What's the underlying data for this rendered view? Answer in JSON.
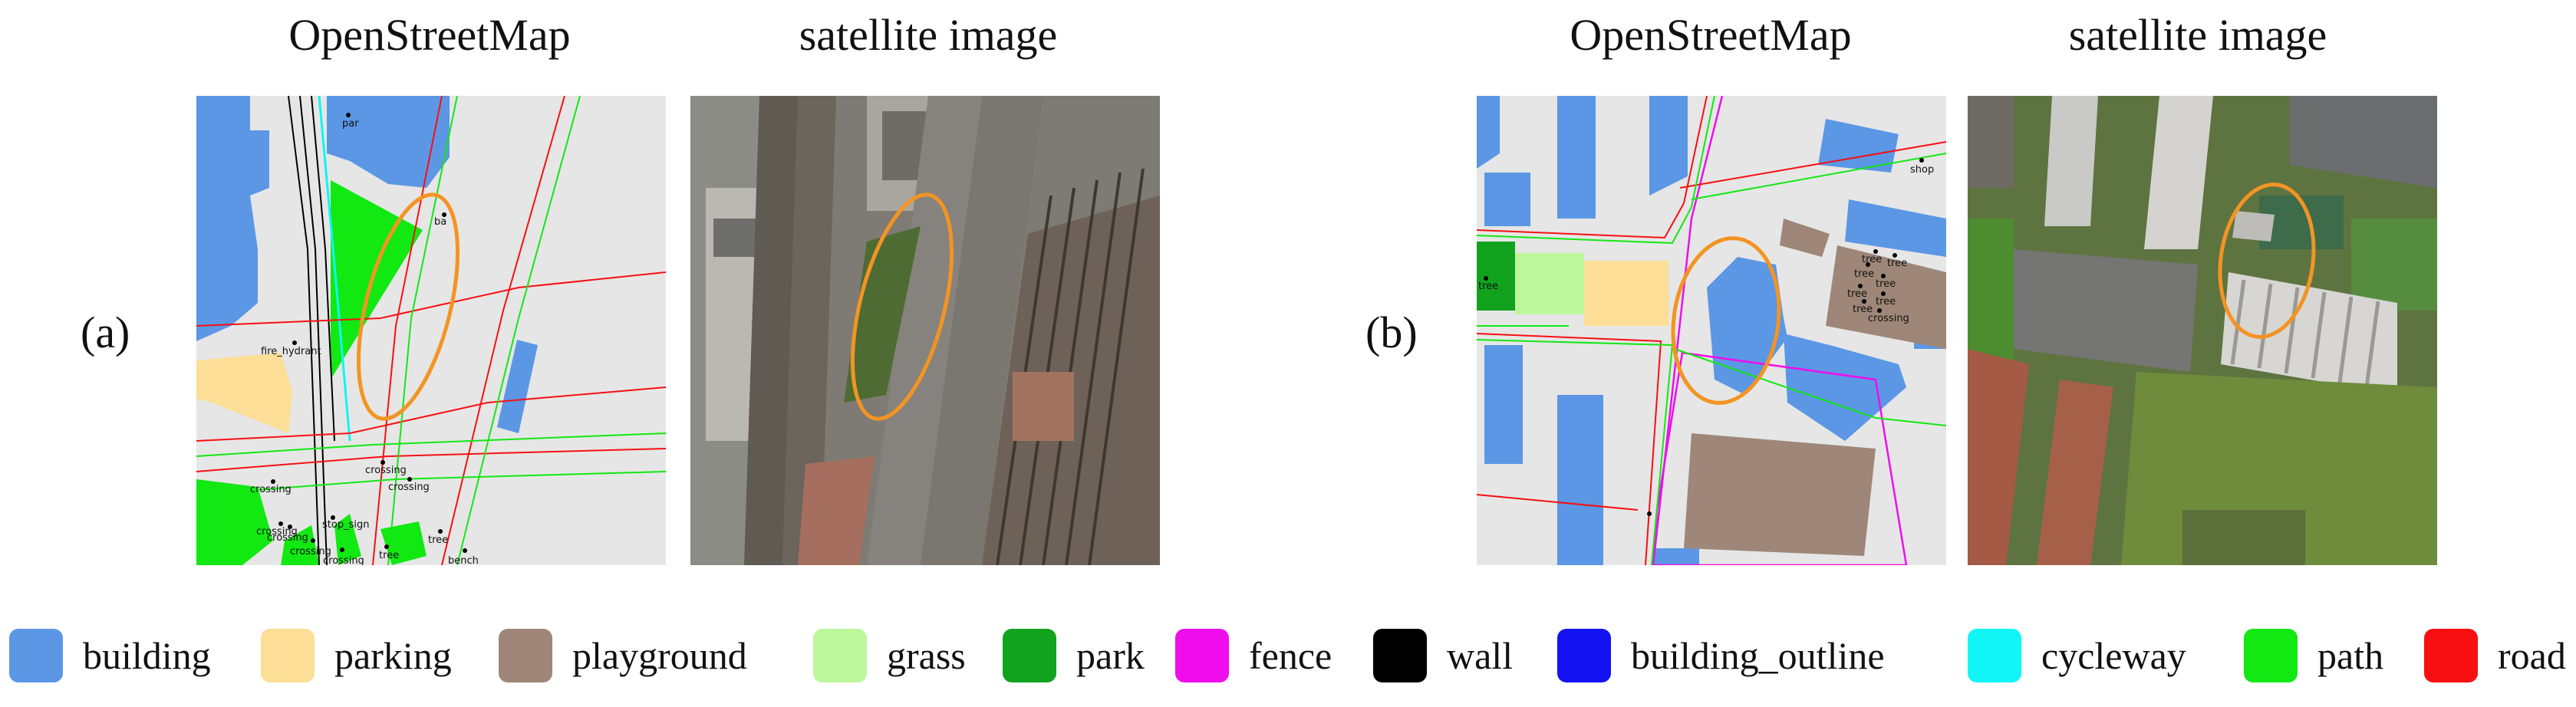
{
  "panel_a": {
    "label": "(a)",
    "osm_title": "OpenStreetMap",
    "sat_title": "satellite image",
    "osm_tags": [
      "par",
      "ba",
      "fire_hydrant",
      "crossing",
      "crossing",
      "crossing",
      "crossing",
      "crossing",
      "stop_sign",
      "crossing",
      "crossing",
      "tree",
      "tree",
      "bench"
    ]
  },
  "panel_b": {
    "label": "(b)",
    "osm_title": "OpenStreetMap",
    "sat_title": "satellite image",
    "osm_tags": [
      "shop",
      "tree",
      "tree",
      "tree",
      "tree",
      "tree",
      "tree",
      "tree",
      "tree",
      "crossing"
    ]
  },
  "highlight_color": "#F39423",
  "legend": [
    {
      "label": "building",
      "color": "#5B97E5"
    },
    {
      "label": "parking",
      "color": "#FCDE96"
    },
    {
      "label": "playground",
      "color": "#9E8778"
    },
    {
      "label": "grass",
      "color": "#BDF79B"
    },
    {
      "label": "park",
      "color": "#11A31E"
    },
    {
      "label": "fence",
      "color": "#F00DEC"
    },
    {
      "label": "wall",
      "color": "#000000"
    },
    {
      "label": "building_outline",
      "color": "#1212F2"
    },
    {
      "label": "cycleway",
      "color": "#11F5F6"
    },
    {
      "label": "path",
      "color": "#12E812"
    },
    {
      "label": "road",
      "color": "#F80F12"
    }
  ]
}
